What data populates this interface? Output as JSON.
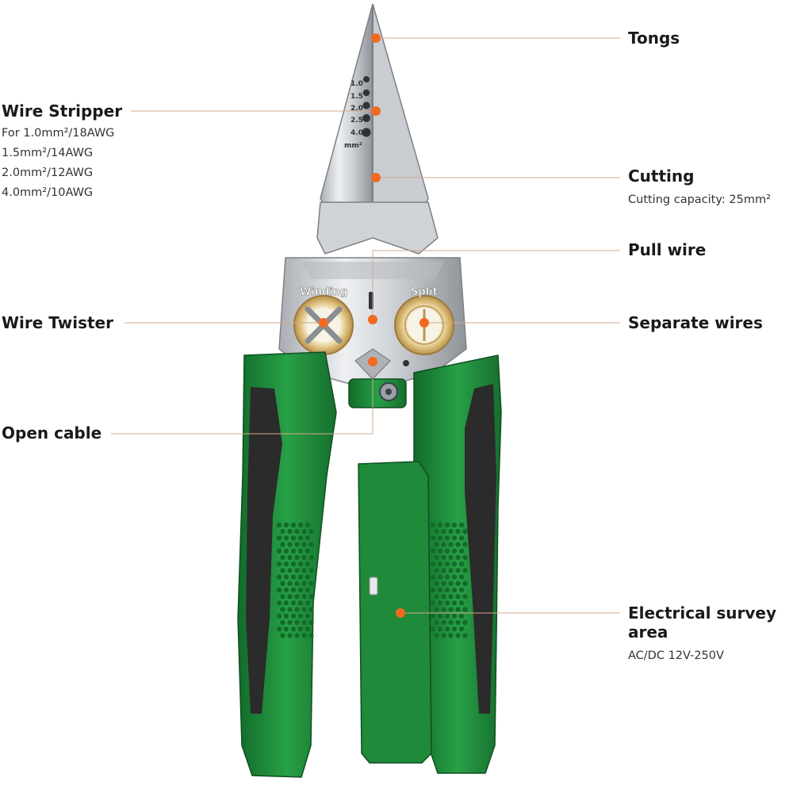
{
  "callouts": {
    "tongs": {
      "title": "Tongs"
    },
    "wire_stripper": {
      "title": "Wire Stripper",
      "specs": [
        "For 1.0mm²/18AWG",
        "1.5mm²/14AWG",
        "2.0mm²/12AWG",
        "4.0mm²/10AWG"
      ]
    },
    "cutting": {
      "title": "Cutting",
      "detail": "Cutting capacity: 25mm²"
    },
    "pull_wire": {
      "title": "Pull wire"
    },
    "wire_twister": {
      "title": "Wire Twister"
    },
    "separate_wires": {
      "title": "Separate wires"
    },
    "open_cable": {
      "title": "Open cable"
    },
    "electrical_survey": {
      "title_line1": "Electrical survey",
      "title_line2": "area",
      "detail": "AC/DC 12V-250V"
    }
  },
  "tool": {
    "stripper_gauge_labels": [
      "1.0",
      "1.5",
      "2.0",
      "2.5",
      "4.0",
      "mm²"
    ],
    "hole_left_label": "Winding",
    "hole_right_label": "Split"
  },
  "colors": {
    "accent_dot": "#f26a21",
    "leader_line": "#d6a98a",
    "handle_green": "#1f8a3a",
    "grip_black": "#2b2b2b",
    "steel": "#d9dcdf"
  }
}
